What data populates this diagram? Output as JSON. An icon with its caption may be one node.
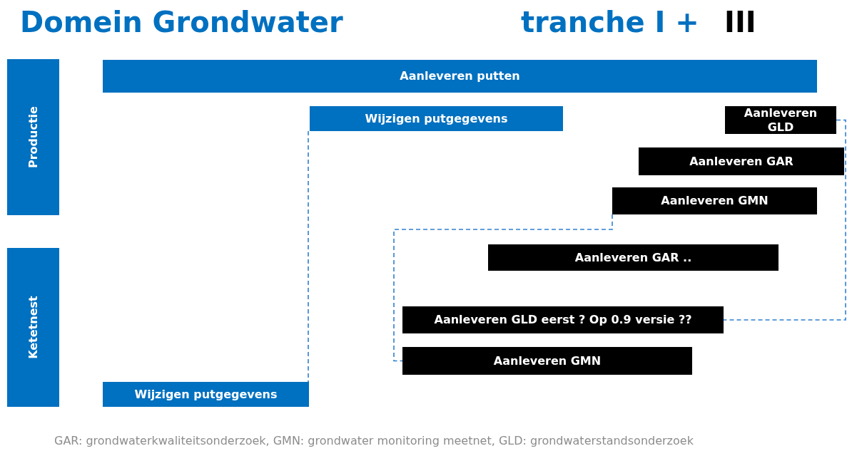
{
  "diagram": {
    "title": "Domein Grondwater",
    "caption": "GAR: grondwaterkwaliteitsonderzoek, GMN: grondwater monitoring meetnet, GLD: grondwaterstandsonderzoek",
    "labels": [
      "tranche I +",
      "III"
    ],
    "nodes": [
      {
        "text": [
          "Productie"
        ]
      },
      {
        "text": [
          "Ketetnest"
        ]
      },
      {
        "text": [
          "Aanleveren putten"
        ]
      },
      {
        "text": [
          "Wijzigen putgegevens"
        ]
      },
      {
        "text": [
          "Aanleveren GLD"
        ]
      },
      {
        "text": [
          "Aanleveren GAR"
        ]
      },
      {
        "text": [
          "Aanleveren GMN"
        ]
      },
      {
        "text": [
          "Aanleveren GAR .."
        ]
      },
      {
        "text": [
          "Aanleveren GLD eerst ? Op 0.9 versie ??"
        ]
      },
      {
        "text": [
          "Aanleveren GMN"
        ]
      },
      {
        "text": [
          "Wijzigen putgegevens"
        ]
      }
    ],
    "edges": [
      {
        "from": 3,
        "to": 10,
        "arrow": "none",
        "style": "dashed"
      },
      {
        "from": 6,
        "to": 9,
        "arrow": "none",
        "style": "dashed"
      },
      {
        "from": 4,
        "to": 8,
        "arrow": "none",
        "style": "dashed"
      }
    ]
  }
}
